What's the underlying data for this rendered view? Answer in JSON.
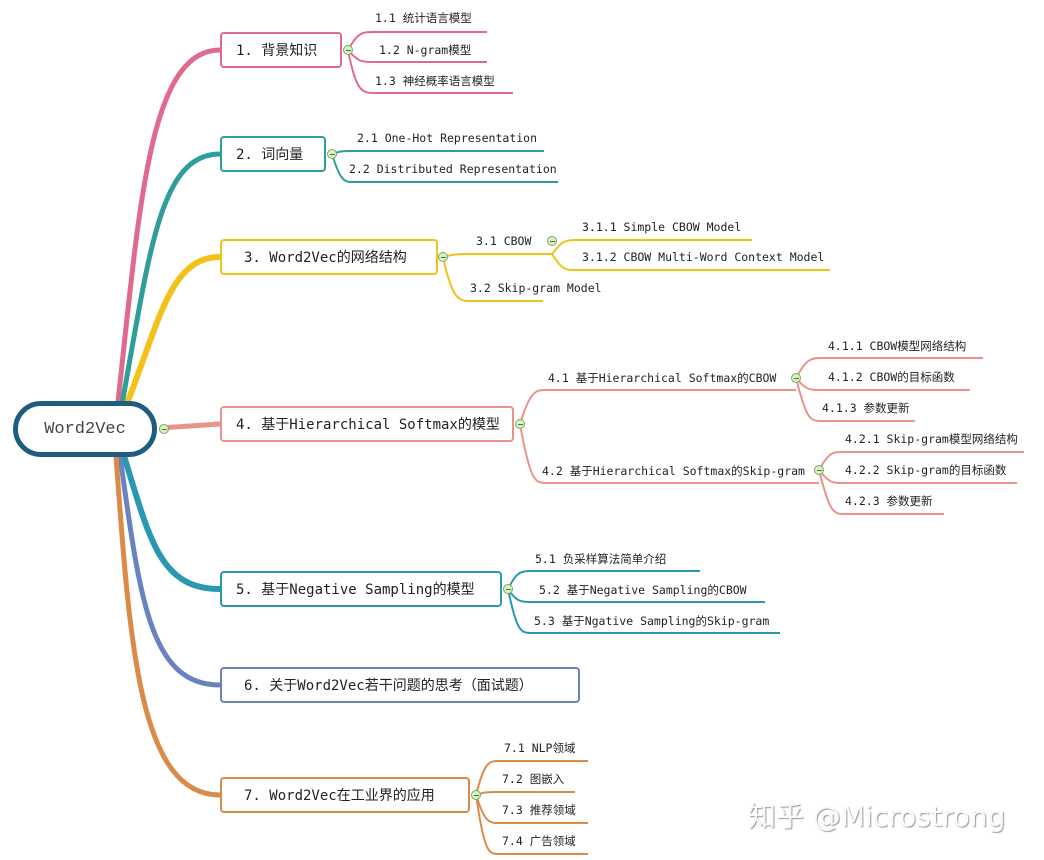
{
  "root": {
    "label": "Word2Vec",
    "color": "#1f5c80"
  },
  "topics": [
    {
      "id": "t1",
      "label": "1. 背景知识",
      "color": "#e06a8c",
      "children": [
        {
          "label": "1.1 统计语言模型"
        },
        {
          "label": "1.2 N-gram模型"
        },
        {
          "label": "1.3 神经概率语言模型"
        }
      ]
    },
    {
      "id": "t2",
      "label": "2. 词向量",
      "color": "#2e9e9a",
      "children": [
        {
          "label": "2.1 One-Hot Representation"
        },
        {
          "label": "2.2 Distributed Representation"
        }
      ]
    },
    {
      "id": "t3",
      "label": "3. Word2Vec的网络结构",
      "color": "#f2c21a",
      "children": [
        {
          "label": "3.1 CBOW",
          "children": [
            {
              "label": "3.1.1 Simple CBOW Model"
            },
            {
              "label": "3.1.2 CBOW Multi-Word Context Model"
            }
          ]
        },
        {
          "label": "3.2 Skip-gram Model"
        }
      ]
    },
    {
      "id": "t4",
      "label": "4. 基于Hierarchical Softmax的模型",
      "color": "#e8948c",
      "children": [
        {
          "label": "4.1 基于Hierarchical Softmax的CBOW",
          "children": [
            {
              "label": "4.1.1 CBOW模型网络结构"
            },
            {
              "label": "4.1.2 CBOW的目标函数"
            },
            {
              "label": "4.1.3 参数更新"
            }
          ]
        },
        {
          "label": "4.2 基于Hierarchical Softmax的Skip-gram",
          "children": [
            {
              "label": "4.2.1 Skip-gram模型网络结构"
            },
            {
              "label": "4.2.2 Skip-gram的目标函数"
            },
            {
              "label": "4.2.3 参数更新"
            }
          ]
        }
      ]
    },
    {
      "id": "t5",
      "label": "5. 基于Negative Sampling的模型",
      "color": "#2a98b0",
      "children": [
        {
          "label": "5.1 负采样算法简单介绍"
        },
        {
          "label": "5.2 基于Negative Sampling的CBOW"
        },
        {
          "label": "5.3 基于Ngative Sampling的Skip-gram"
        }
      ]
    },
    {
      "id": "t6",
      "label": "6. 关于Word2Vec若干问题的思考（面试题）",
      "color": "#6a82bd",
      "children": []
    },
    {
      "id": "t7",
      "label": "7. Word2Vec在工业界的应用",
      "color": "#d98b4a",
      "children": [
        {
          "label": "7.1 NLP领域"
        },
        {
          "label": "7.2 图嵌入"
        },
        {
          "label": "7.3 推荐领域"
        },
        {
          "label": "7.4 广告领域"
        }
      ]
    }
  ],
  "watermark": "知乎 @Microstrong"
}
